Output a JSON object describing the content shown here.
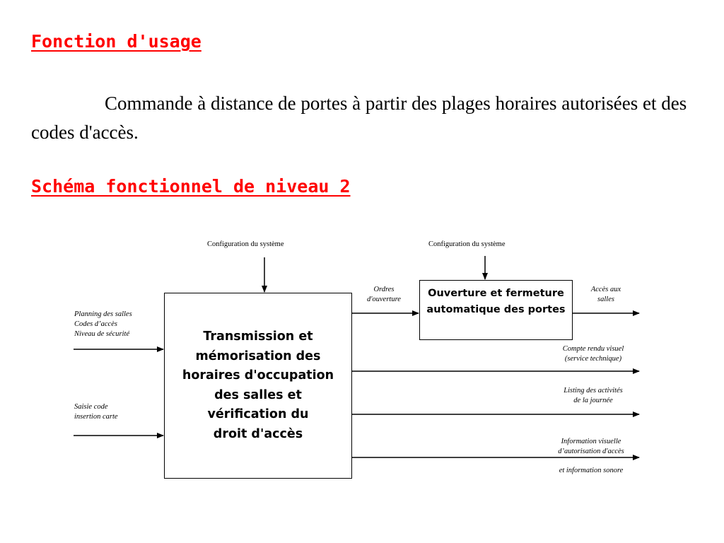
{
  "headings": {
    "usage": "Fonction d'usage",
    "schema": "Schéma fonctionnel de niveau 2"
  },
  "paragraph": "Commande à distance de portes à partir des plages horaires autorisées et des codes d'accès.",
  "diagram": {
    "main_block": "Transmission et\nmémorisation  des\nhoraires d'occupation\ndes salles  et\nvérification du\ndroit d'accès",
    "door_block": "Ouverture et fermeture\nautomatique des portes",
    "config_left": "Configuration du système",
    "config_right": "Configuration du système",
    "input_planning": "Planning des salles\nCodes d’accès\nNiveau de sécurité",
    "input_saisie": "Saisie code\ninsertion carte",
    "ordres": "Ordres\nd'ouverture",
    "acces": "Accès aux\nsalles",
    "compte_rendu": "Compte rendu visuel\n(service technique)",
    "listing": "Listing des activités\nde la journée",
    "info_visuelle": "Information visuelle\nd’autorisation d'accès",
    "info_sonore": "et information sonore"
  }
}
